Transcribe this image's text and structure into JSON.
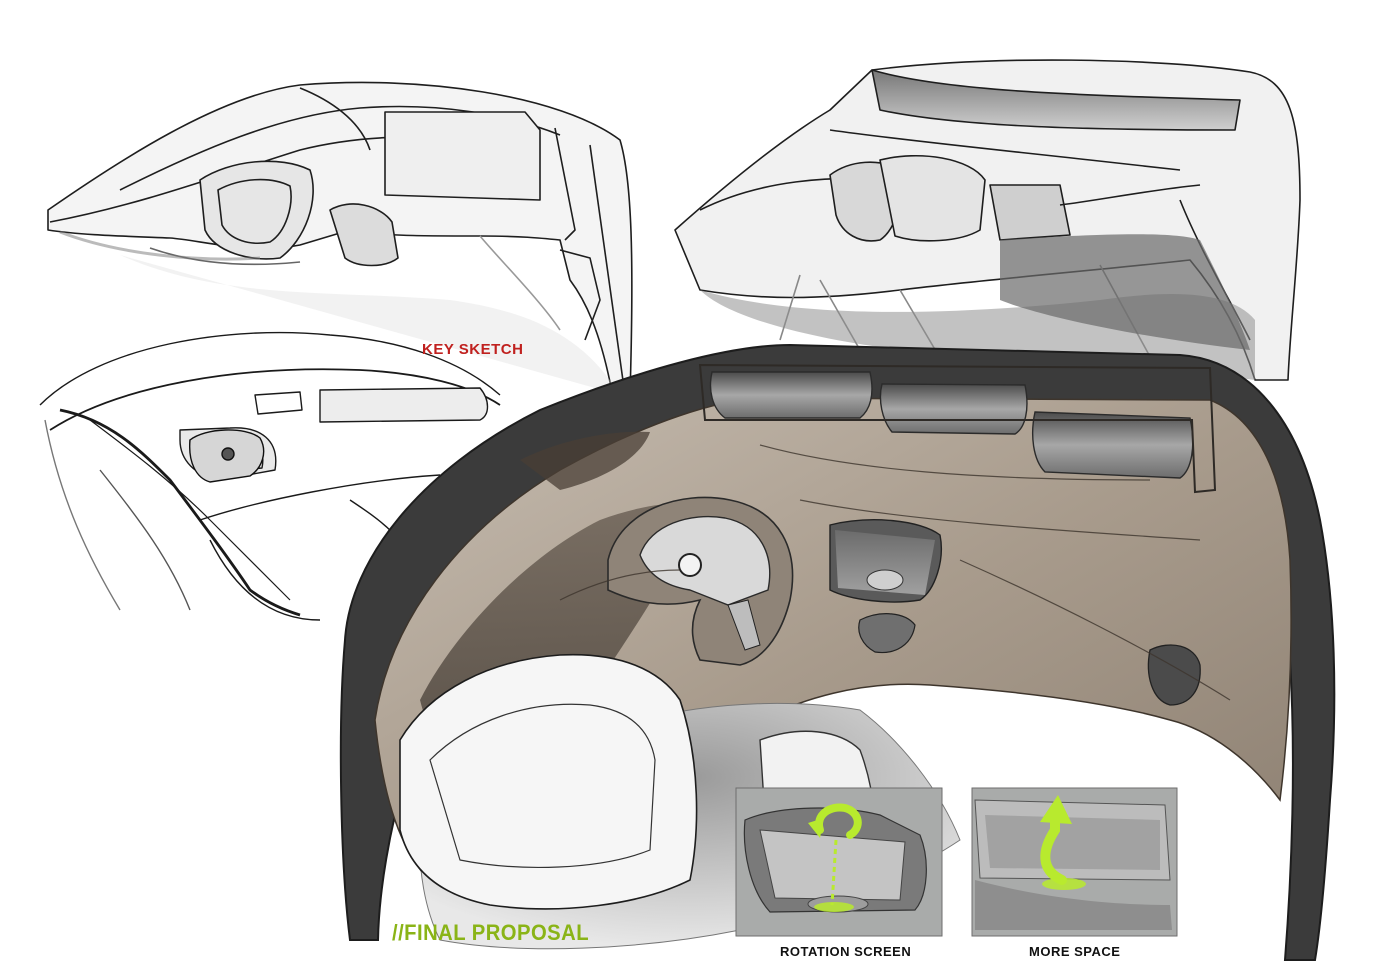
{
  "labels": {
    "key_sketch": "KEY SKETCH",
    "final_proposal": "//FINAL PROPOSAL"
  },
  "insets": [
    {
      "caption": "ROTATION SCREEN",
      "icon": "rotation-arrow-icon"
    },
    {
      "caption": "MORE SPACE",
      "icon": "up-arrow-icon"
    }
  ],
  "colors": {
    "key_sketch_label": "#c0211f",
    "final_proposal_label": "#8ab417",
    "highlight_arrow": "#b8ea2e",
    "dashboard_tan": "#a79a8c"
  }
}
